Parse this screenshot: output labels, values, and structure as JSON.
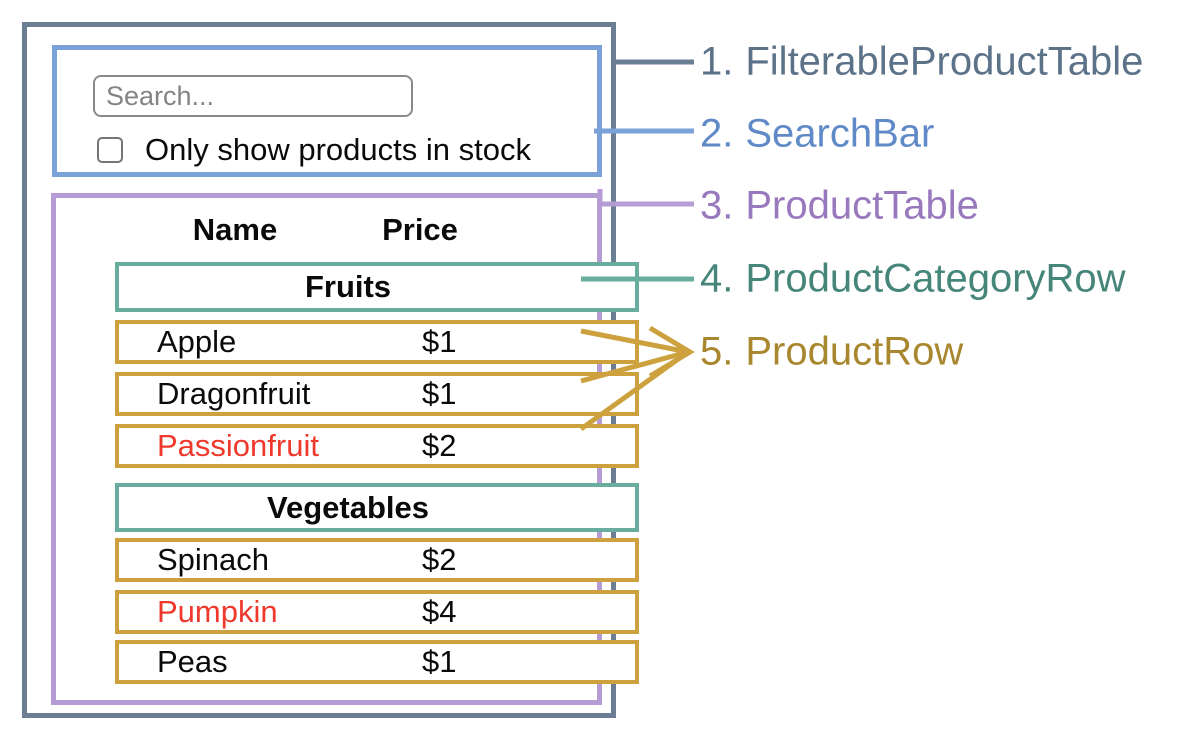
{
  "colors": {
    "slate-border": "#6B7E94",
    "slate-text": "#5C7289",
    "blue-border": "#7AA2D8",
    "blue-text": "#5F8AC7",
    "purple-border": "#B69CD5",
    "purple-text": "#9879BE",
    "teal-border": "#69AD9E",
    "teal-text": "#45857A",
    "gold-border": "#CDA23E",
    "gold-text": "#A8872F",
    "red-text": "#EF392D"
  },
  "search_bar": {
    "input_placeholder": "Search...",
    "input_value": "",
    "checkbox_label": "Only show products in stock",
    "checkbox_checked": false
  },
  "table": {
    "header": {
      "name": "Name",
      "price": "Price"
    },
    "categories": [
      {
        "label": "Fruits",
        "rows": [
          {
            "name": "Apple",
            "price": "$1",
            "out_of_stock": false
          },
          {
            "name": "Dragonfruit",
            "price": "$1",
            "out_of_stock": false
          },
          {
            "name": "Passionfruit",
            "price": "$2",
            "out_of_stock": true
          }
        ]
      },
      {
        "label": "Vegetables",
        "rows": [
          {
            "name": "Spinach",
            "price": "$2",
            "out_of_stock": false
          },
          {
            "name": "Pumpkin",
            "price": "$4",
            "out_of_stock": true
          },
          {
            "name": "Peas",
            "price": "$1",
            "out_of_stock": false
          }
        ]
      }
    ]
  },
  "legend": [
    {
      "number": "1.",
      "label": "FilterableProductTable"
    },
    {
      "number": "2.",
      "label": "SearchBar"
    },
    {
      "number": "3.",
      "label": "ProductTable"
    },
    {
      "number": "4.",
      "label": "ProductCategoryRow"
    },
    {
      "number": "5.",
      "label": "ProductRow"
    }
  ]
}
